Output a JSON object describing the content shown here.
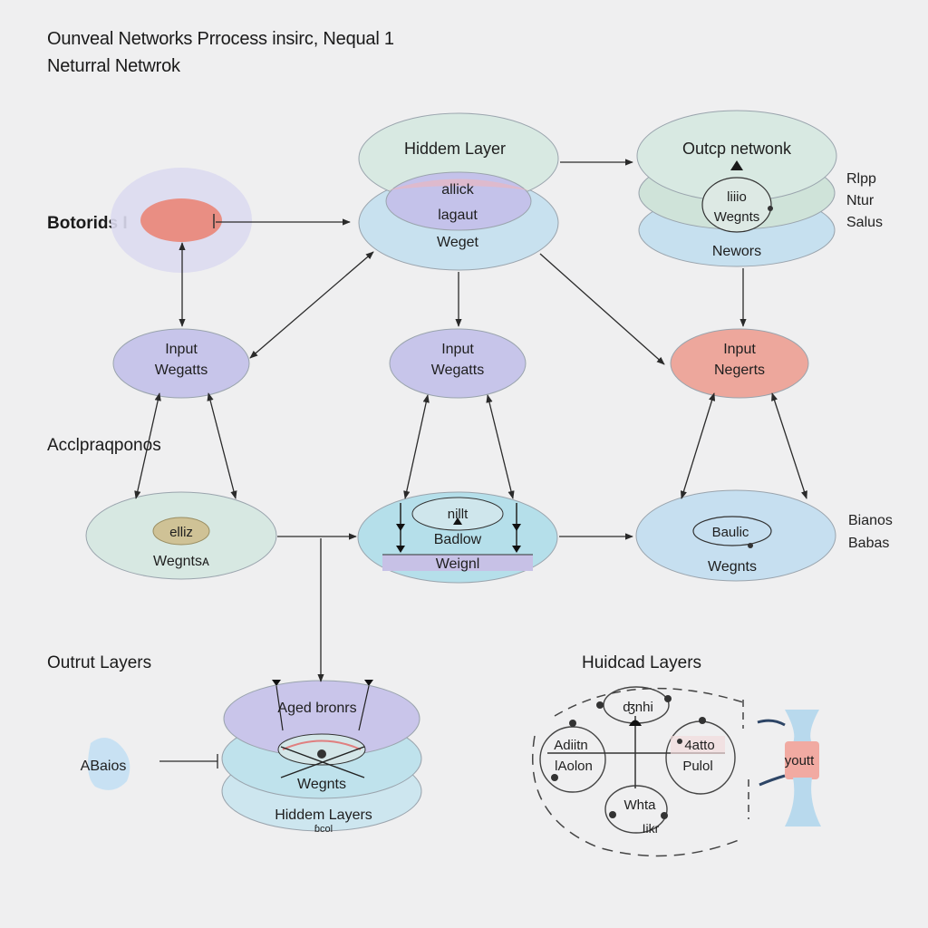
{
  "title": {
    "line1": "Ounveal Networks Prrocess insirc, Nequal 1",
    "line2": "Neturral Netwrok"
  },
  "sections": {
    "botorids": "Botorids I",
    "acclprapqonos": "Acclpraqponos",
    "output_layers": "Outrut Layers",
    "huidcad_layers": "Huidcad Layers"
  },
  "side_labels": {
    "ripp": "Rlpp",
    "ntur": "Ntur",
    "salus": "Salus",
    "bianos": "Bianos",
    "babas": "Babas",
    "abaios": "ABaios"
  },
  "nodes": {
    "hidden_layer": {
      "label": "Hiddem Layer",
      "inner1": "allick",
      "inner2": "lagaut",
      "inner3": "Weget"
    },
    "output_network": {
      "label": "Outcp netwonk",
      "inner1": "liiio",
      "inner2": "Wegnts",
      "inner3": "Newors"
    },
    "input_left": {
      "line1": "Input",
      "line2": "Wegatts"
    },
    "input_mid": {
      "line1": "Input",
      "line2": "Wegatts"
    },
    "input_right": {
      "line1": "Input",
      "line2": "Negerts"
    },
    "bottom_left": {
      "inner": "elliz",
      "label": "Wegntsᴀ"
    },
    "bottom_mid": {
      "inner1": "nillt",
      "inner2": "Badlow",
      "inner3": "Weignl"
    },
    "bottom_right": {
      "inner": "Baulic",
      "label": "Wegnts"
    },
    "stack": {
      "top": "Aged bronrs",
      "mid": "Wegnts",
      "bot": "Hiddem Layers",
      "sub": "ɓcol"
    },
    "cluster": {
      "top": "ʤnhi",
      "left1": "Adiitn",
      "left2": "lAolon",
      "right1": "4atto",
      "right2": "Pulol",
      "bottom1": "Whta",
      "bottom2": "Iikr"
    },
    "cylinder": {
      "label": "youtt"
    }
  },
  "colors": {
    "red_fill": "#e8a196",
    "lavender": "#c8c6ea",
    "mint": "#d6e8e2",
    "light_blue": "#c5e0ef",
    "cyan": "#b6dfea",
    "edge_gray": "#9aa4ad",
    "arrow": "#2a2a2a"
  }
}
